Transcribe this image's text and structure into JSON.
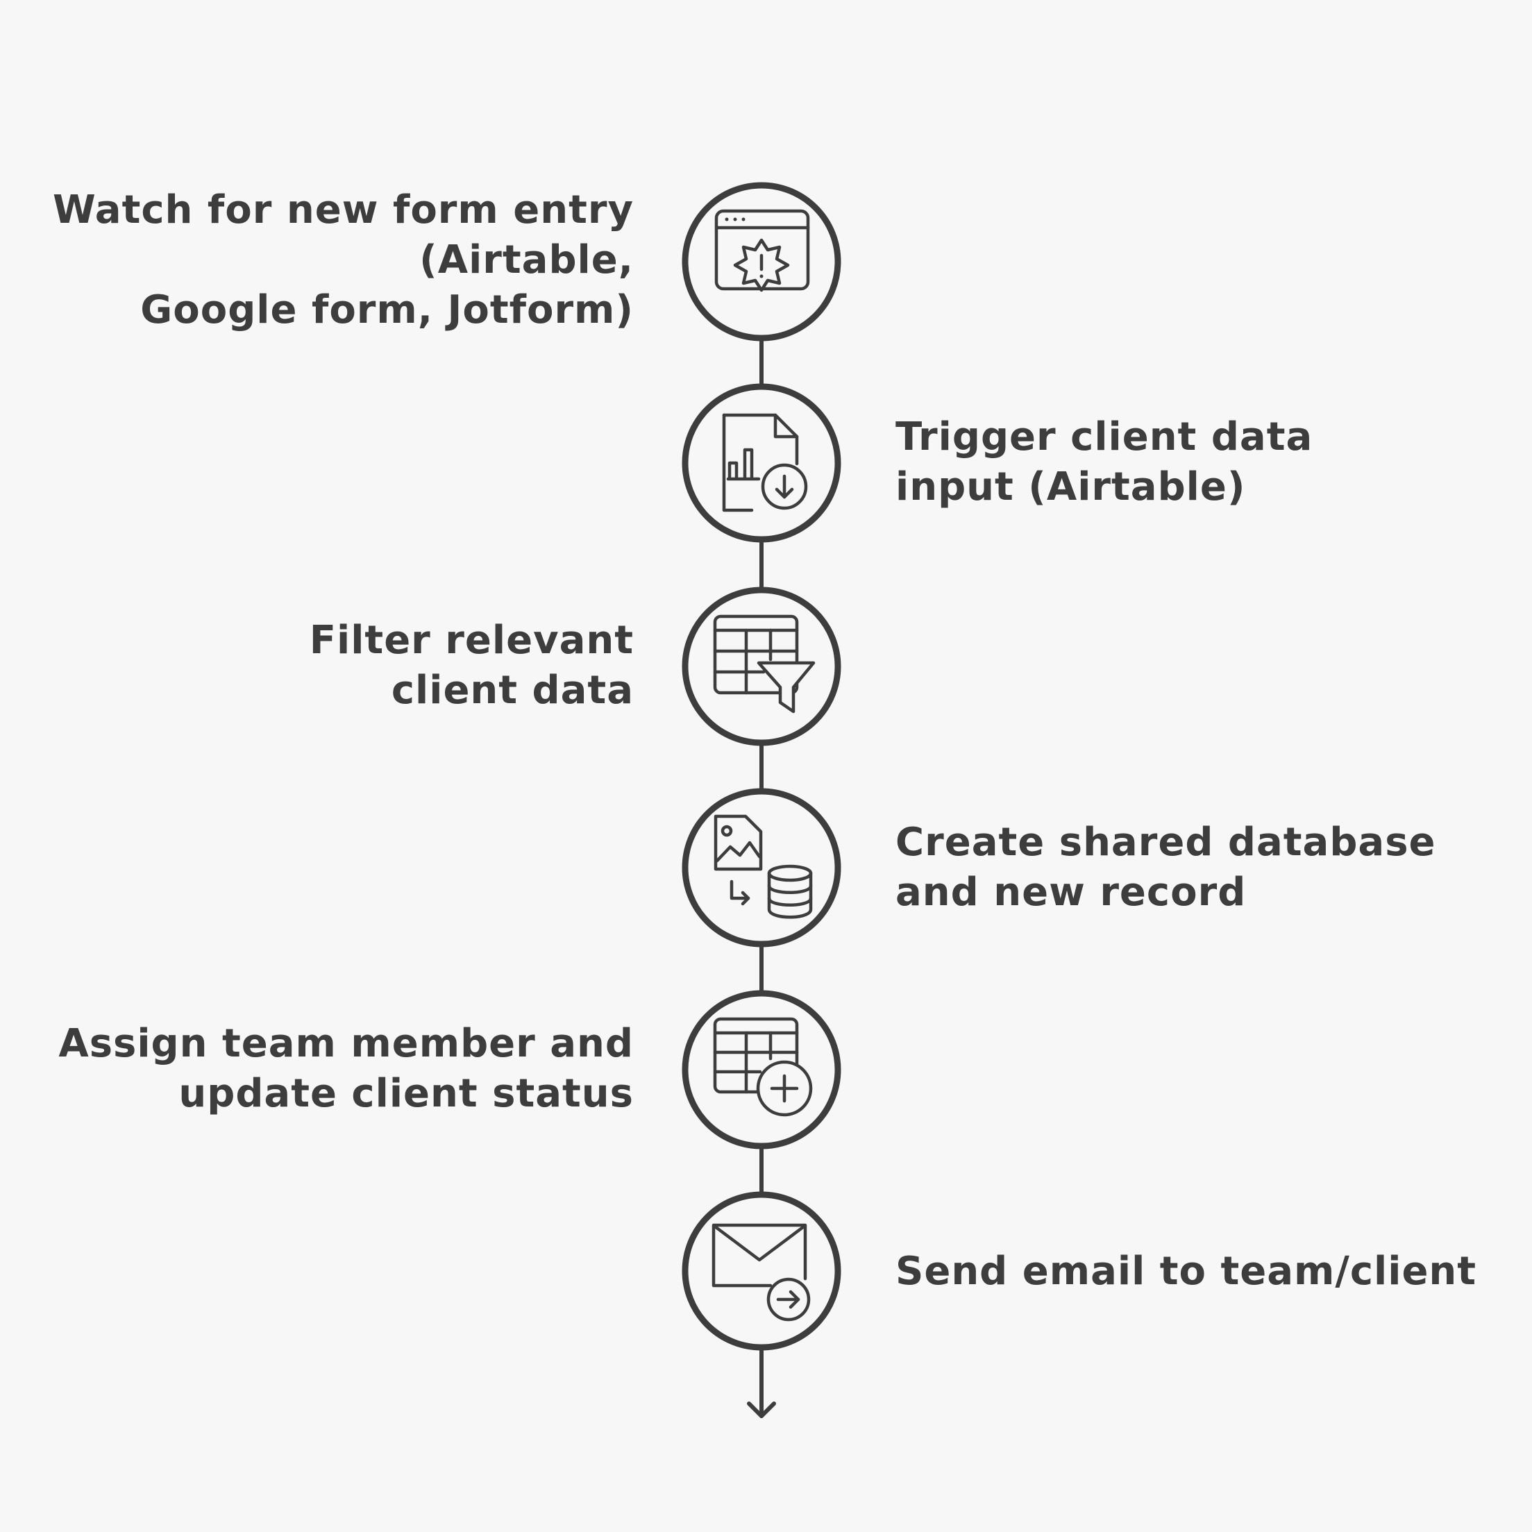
{
  "diagram": {
    "type": "vertical-flow",
    "stroke_color": "#3d3d3d",
    "background_color": "#f7f7f7",
    "steps": [
      {
        "icon": "browser-alert-icon",
        "side": "left",
        "lines": [
          "Watch for new form entry",
          "(Airtable,",
          "Google form, Jotform)"
        ]
      },
      {
        "icon": "document-download-icon",
        "side": "right",
        "lines": [
          "Trigger client data",
          "input (Airtable)"
        ]
      },
      {
        "icon": "table-filter-icon",
        "side": "left",
        "lines": [
          "Filter relevant",
          "client data"
        ]
      },
      {
        "icon": "image-to-database-icon",
        "side": "right",
        "lines": [
          "Create shared database",
          "and new record"
        ]
      },
      {
        "icon": "table-add-icon",
        "side": "left",
        "lines": [
          "Assign team member and",
          "update client status"
        ]
      },
      {
        "icon": "mail-send-icon",
        "side": "right",
        "lines": [
          "Send email to team/client"
        ]
      }
    ]
  }
}
